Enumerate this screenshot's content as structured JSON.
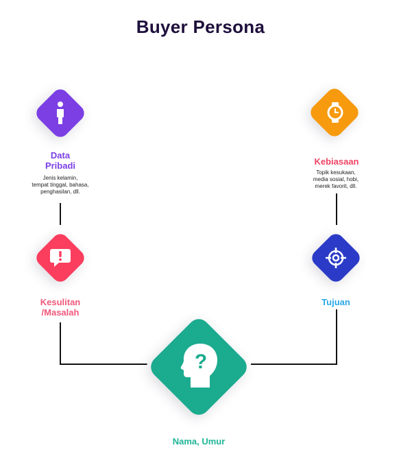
{
  "title": "Buyer Persona",
  "nodes": {
    "data_pribadi": {
      "label": "Data\nPribadi",
      "desc": "Jenis kelamin,\ntempat tinggal, bahasa,\npenghasilan, dll.",
      "color": "#7b3fe4",
      "icon": "person-icon"
    },
    "kebiasaan": {
      "label": "Kebiasaan",
      "desc": "Topik kesukaan,\nmedia sosial, hobi,\nmerek favorit, dll.",
      "color": "#f79a0e",
      "icon": "watch-icon"
    },
    "kesulitan": {
      "label": "Kesulitan\n/Masalah",
      "color": "#fb3d5e",
      "icon": "alert-bubble-icon"
    },
    "tujuan": {
      "label": "Tujuan",
      "color": "#2b3bc7",
      "label_color": "#29a8e6",
      "icon": "target-icon"
    },
    "nama_umur": {
      "label": "Nama, Umur",
      "color": "#1bab8e",
      "label_color": "#1fb598",
      "icon": "head-question-icon"
    }
  },
  "colors": {
    "title": "#1e0f3c",
    "connector": "#111111",
    "label_purple": "#7b3fe4",
    "label_red": "#f04565",
    "label_pink": "#f2577a"
  }
}
